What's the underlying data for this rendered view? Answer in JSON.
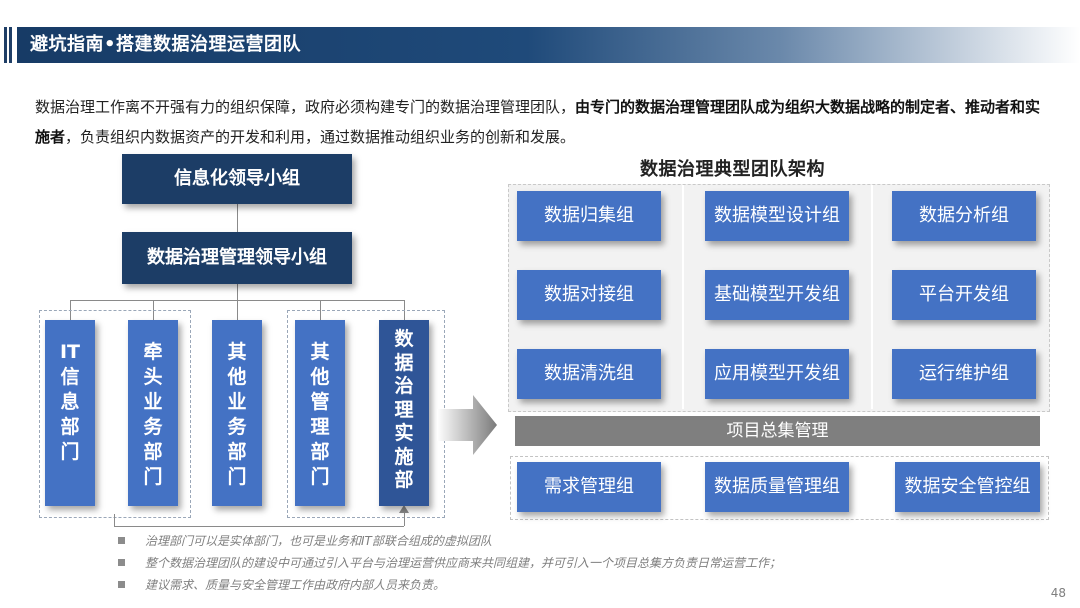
{
  "header": {
    "title": "避坑指南•搭建数据治理运营团队"
  },
  "intro": {
    "part1": "数据治理工作离不开强有力的组织保障，政府必须构建专门的数据治理管理团队，",
    "bold": "由专门的数据治理管理团队成为组织大数据战略的制定者、推动者和实施者",
    "part2": "，负责组织内数据资产的开发和利用，通过数据推动组织业务的创新和发展。"
  },
  "hierarchy": {
    "top_box": "信息化领导小组",
    "mid_box": "数据治理管理领导小组",
    "departments": [
      {
        "lines": [
          "IT",
          "信",
          "息",
          "部",
          "门"
        ]
      },
      {
        "lines": [
          "牵",
          "头",
          "业",
          "务",
          "部",
          "门"
        ]
      },
      {
        "lines": [
          "其",
          "他",
          "业",
          "务",
          "部",
          "门"
        ]
      },
      {
        "lines": [
          "其",
          "他",
          "管",
          "理",
          "部",
          "门"
        ]
      },
      {
        "lines": [
          "数",
          "据",
          "治",
          "理",
          "实",
          "施",
          "部"
        ]
      }
    ]
  },
  "architecture": {
    "title": "数据治理典型团队架构",
    "roles": [
      [
        "数据归集组",
        "数据模型设计组",
        "数据分析组"
      ],
      [
        "数据对接组",
        "基础模型开发组",
        "平台开发组"
      ],
      [
        "数据清洗组",
        "应用模型开发组",
        "运行维护组"
      ]
    ],
    "pm_bar": "项目总集管理",
    "bottom_roles": [
      "需求管理组",
      "数据质量管理组",
      "数据安全管控组"
    ]
  },
  "notes": [
    "治理部门可以是实体部门，也可是业务和IT部联合组成的虚拟团队",
    "整个数据治理团队的建设中可通过引入平台与治理运营供应商来共同组建，并可引入一个项目总集方负责日常运营工作；",
    "建议需求、质量与安全管理工作由政府内部人员来负责。"
  ],
  "page_number": "48"
}
